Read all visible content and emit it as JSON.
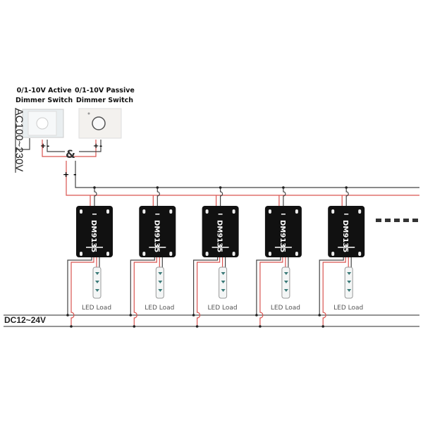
{
  "switches": [
    {
      "line1": "0/1-10V Active",
      "line2": "Dimmer Switch"
    },
    {
      "line1": "0/1-10V Passive",
      "line2": "Dimmer Switch"
    }
  ],
  "ac_label": "AC100~230V",
  "dc_label": "DC12~24V",
  "join_symbol": "&",
  "plus": "+",
  "minus": "-",
  "module_model": "DM9135",
  "led_label": "LED Load",
  "module_count": 5,
  "colors": {
    "red": "#d9534f",
    "wire": "#444444",
    "module": "#111111"
  }
}
